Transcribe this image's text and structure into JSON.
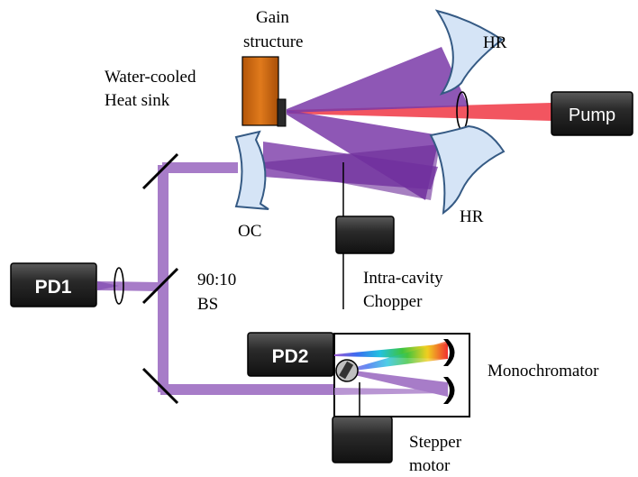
{
  "labels": {
    "gain_line1": "Gain",
    "gain_line2": "structure",
    "water_line1": "Water-cooled",
    "water_line2": "Heat sink",
    "hr_top": "HR",
    "hr_bottom": "HR",
    "pump": "Pump",
    "oc": "OC",
    "pd1": "PD1",
    "bs_line1": "90:10",
    "bs_line2": "BS",
    "chopper_line1": "Intra-cavity",
    "chopper_line2": "Chopper",
    "pd2": "PD2",
    "monochromator": "Monochromator",
    "stepper_line1": "Stepper",
    "stepper_line2": "motor"
  },
  "colors": {
    "laser_beam": "#7a3aa8",
    "output_beam": "#a77cc8",
    "pump_beam": "#f25560",
    "mirror_fill": "#d5e4f6",
    "mirror_stroke": "#355a84",
    "heat_sink": "#c8640f",
    "device_box": "#2e2e2e"
  }
}
